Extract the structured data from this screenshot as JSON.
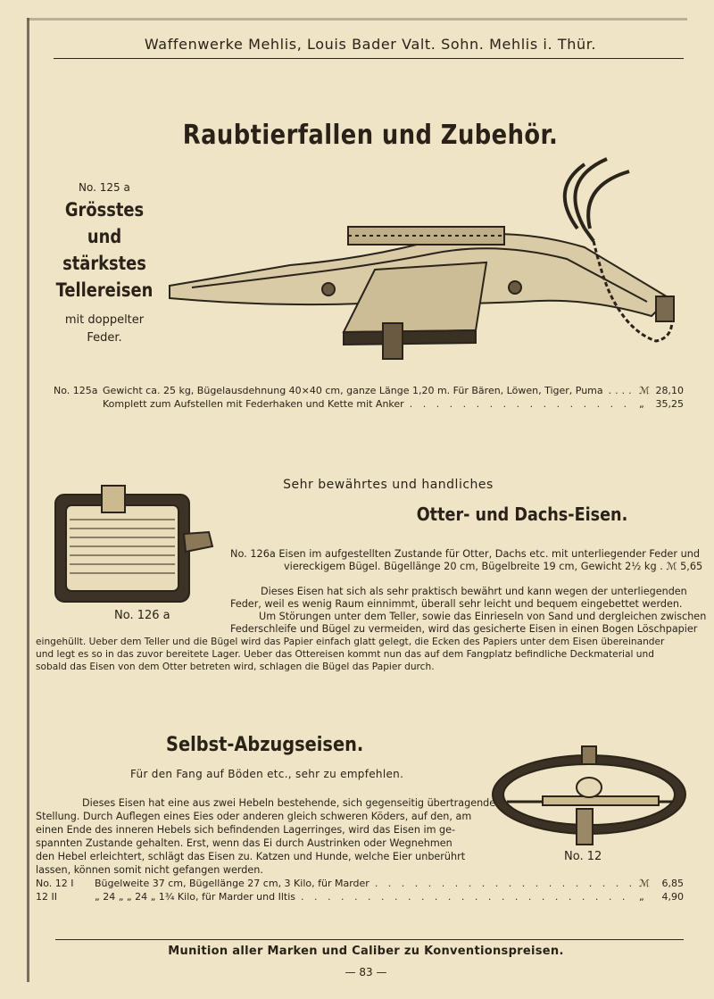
{
  "header": {
    "title": "Waffenwerke Mehlis, Louis Bader Valt. Sohn.  Mehlis i. Thür."
  },
  "main_heading": "Raubtierfallen und Zubehör.",
  "section_125a": {
    "number_label": "No. 125 a",
    "title_lines": [
      "Grösstes",
      "und",
      "stärkstes",
      "Tellereisen"
    ],
    "subtitle_lines": [
      "mit doppelter",
      "Feder."
    ],
    "price_rows": [
      {
        "number": "No. 125a",
        "description": "Gewicht ca. 25 kg, Bügelausdehnung 40×40 cm, ganze Länge 1,20 m.  Für Bären, Löwen, Tiger, Puma",
        "currency": "ℳ",
        "price": "28,10"
      },
      {
        "number": "",
        "description": "Komplett zum Aufstellen mit Federhaken und Kette mit Anker",
        "currency": "„",
        "price": "35,25"
      }
    ]
  },
  "section_126a": {
    "intro": "Sehr bewährtes und handliches",
    "heading": "Otter- und Dachs-Eisen.",
    "image_caption": "No. 126 a",
    "spec_lines": [
      "No. 126a  Eisen im aufgestellten Zustande für Otter, Dachs etc. mit unterliegender Feder und",
      "viereckigem Bügel.  Bügellänge 20 cm, Bügelbreite 19 cm, Gewicht 2½ kg  .  ℳ 5,65"
    ],
    "paragraph_lines": [
      "Dieses Eisen hat sich als sehr praktisch bewährt und kann wegen der unterliegenden",
      "Feder, weil es wenig Raum einnimmt, überall sehr leicht und bequem eingebettet werden.",
      "Um Störungen unter dem Teller, sowie das Einrieseln von Sand und dergleichen zwischen",
      "Federschleife und Bügel zu vermeiden, wird das gesicherte Eisen in einen Bogen Löschpapier",
      "eingehüllt.  Ueber dem Teller und die Bügel wird das Papier einfach glatt gelegt, die Ecken des Papiers unter dem Eisen übereinander",
      "und legt es so in das zuvor bereitete Lager.  Ueber das Ottereisen kommt nun das auf dem Fangplatz befindliche Deckmaterial und",
      "sobald das Eisen von dem Otter betreten wird, schlagen die Bügel das Papier durch."
    ]
  },
  "section_12": {
    "heading": "Selbst-Abzugseisen.",
    "subheading": "Für den Fang auf Böden etc., sehr zu empfehlen.",
    "image_caption": "No. 12",
    "paragraph_lines": [
      "Dieses Eisen hat eine aus zwei Hebeln bestehende, sich gegenseitig übertragende",
      "Stellung.  Durch Auflegen eines Eies oder anderen gleich schweren Köders, auf den, am",
      "einen Ende des inneren Hebels sich befindenden Lagerringes, wird das Eisen im ge-",
      "spannten Zustande gehalten.  Erst, wenn das Ei durch Austrinken oder Wegnehmen",
      "den Hebel erleichtert, schlägt das Eisen zu.  Katzen und Hunde, welche Eier unberührt",
      "lassen, können somit nicht gefangen werden."
    ],
    "price_rows": [
      {
        "number": "No. 12 I",
        "description": "Bügelweite 37 cm, Bügellänge 27 cm, 3 Kilo, für Marder",
        "currency": "ℳ",
        "price": "6,85"
      },
      {
        "number": "12 II",
        "description": "„    24 „        „    24  „  1¾ Kilo, für Marder und Iltis",
        "currency": "„",
        "price": "4,90"
      }
    ]
  },
  "footer": {
    "slogan": "Munition aller Marken und Caliber zu Konventionspreisen.",
    "page_number": "— 83 —"
  },
  "colors": {
    "paper": "#efe5c6",
    "ink": "#2a2218"
  }
}
